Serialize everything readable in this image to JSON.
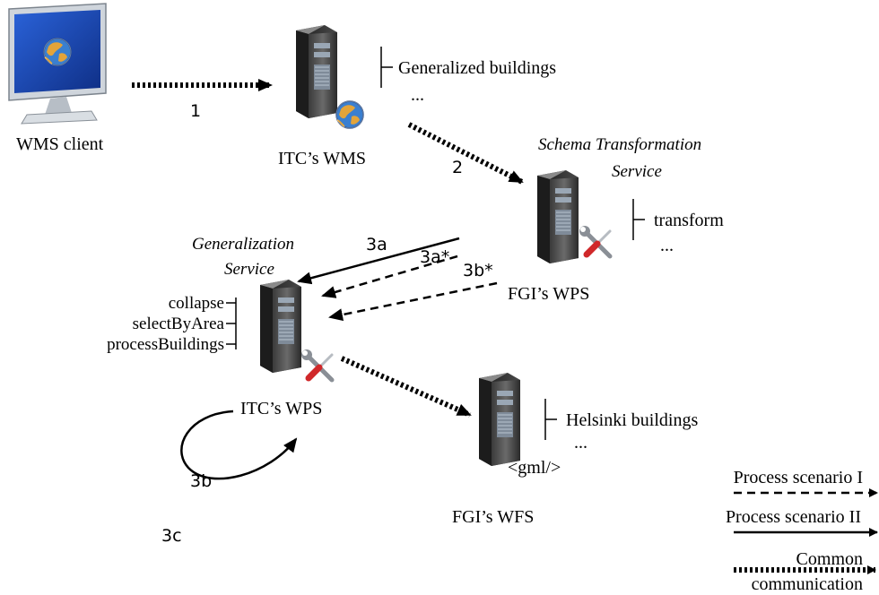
{
  "nodes": {
    "wms_client": {
      "label": "WMS client"
    },
    "itc_wms": {
      "label": "ITC’s WMS",
      "operations": [
        "Generalized buildings",
        "..."
      ]
    },
    "fgi_wps": {
      "label": "FGI’s WPS",
      "title_line1": "Schema Transformation",
      "title_line2": "Service",
      "operations": [
        "transform",
        "..."
      ]
    },
    "itc_wps": {
      "label": "ITC’s WPS",
      "title_line1": "Generalization",
      "title_line2": "Service",
      "operations": [
        "collapse",
        "selectByArea",
        "processBuildings"
      ]
    },
    "fgi_wfs": {
      "label": "FGI’s WFS",
      "operations": [
        "Helsinki buildings",
        "..."
      ],
      "tag": "<gml/>"
    }
  },
  "edges": {
    "e1": "1",
    "e2": "2",
    "e3a": "3a",
    "e3a_star": "3a*",
    "e3b_star": "3b*",
    "e3b": "3b",
    "e3c": "3c"
  },
  "legend": {
    "scenario1": "Process scenario I",
    "scenario2": "Process scenario II",
    "common_line1": "Common",
    "common_line2": "communication"
  },
  "colors": {
    "monitor_screen": "#1f4fc0",
    "server_body": "#2a2a2a",
    "globe_blue": "#3a7fd0",
    "globe_land": "#e3a43a",
    "wrench": "#8a8f96",
    "screwdriver_handle": "#d0282a"
  },
  "icons": [
    "monitor-icon",
    "server-icon",
    "globe-icon",
    "tools-icon"
  ]
}
